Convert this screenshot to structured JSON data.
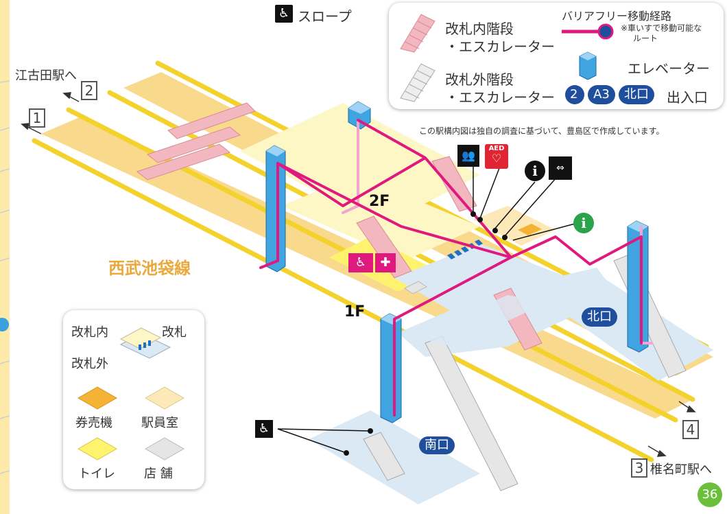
{
  "legend_top": {
    "slope_label": "スロープ",
    "inside_stairs_line1": "改札内階段",
    "inside_stairs_line2": "・エスカレーター",
    "outside_stairs_line1": "改札外階段",
    "outside_stairs_line2": "・エスカレーター",
    "barrier_free_label": "バリアフリー移動経路",
    "wheelchair_note_line1": "※車いすで移動可能な",
    "wheelchair_note_line2": "ルート",
    "elevator_label": "エレベーター",
    "exit_samples": [
      "2",
      "A3",
      "北口"
    ],
    "exit_label": "出入口"
  },
  "credit": "この駅構内図は独自の調査に基づいて、豊島区で作成しています。",
  "map": {
    "line_name": "西武池袋線",
    "floor_2": "2F",
    "floor_1": "1F",
    "exit_north": "北口",
    "exit_south": "南口",
    "direction_west": "江古田駅へ",
    "direction_east": "椎名町駅へ",
    "platform_numbers": [
      "1",
      "2",
      "3",
      "4"
    ],
    "aed_label": "AED",
    "page_number": "36"
  },
  "legend_bottom": {
    "gate_inside": "改札内",
    "gate": "改札",
    "gate_outside": "改札外",
    "ticket_machine": "券売機",
    "staff_room": "駅員室",
    "toilet": "トイレ",
    "shop": "店 舗"
  },
  "colors": {
    "platform": "#f9d98b",
    "track_line": "#f3d22e",
    "concourse_2f": "#fdf6c5",
    "concourse_1f": "#dbe9f5",
    "barrier_free_route": "#e0197e",
    "elevator": "#3fa4e0",
    "inside_stairs": "#f2b7bf",
    "outside_stairs": "#e6e6e6",
    "exit_badge": "#1f4f9c",
    "info_green": "#2aa34a",
    "ticket_machine": "#f5b335",
    "staff_room": "#fde8b8",
    "toilet": "#fdf36e",
    "shop": "#e5e5e5",
    "page_badge": "#6cbf3b"
  }
}
